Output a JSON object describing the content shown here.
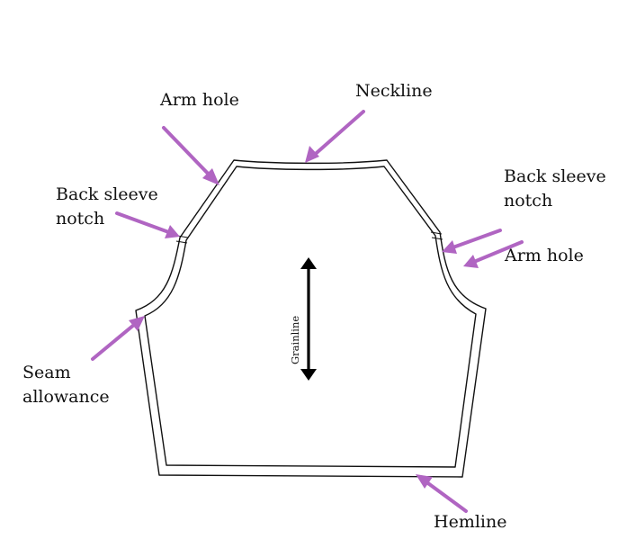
{
  "labels": {
    "arm_hole_left": "Arm hole",
    "neckline": "Neckline",
    "back_sleeve_notch_left": [
      "Back sleeve",
      "notch"
    ],
    "back_sleeve_notch_right": [
      "Back sleeve",
      "notch"
    ],
    "arm_hole_right": "Arm hole",
    "seam_allowance": [
      "Seam",
      "allowance"
    ],
    "hemline": "Hemline",
    "grainline": "Grainline"
  },
  "colors": {
    "arrow": "#b065c2",
    "outline": "#111111",
    "grainline": "#000000"
  }
}
